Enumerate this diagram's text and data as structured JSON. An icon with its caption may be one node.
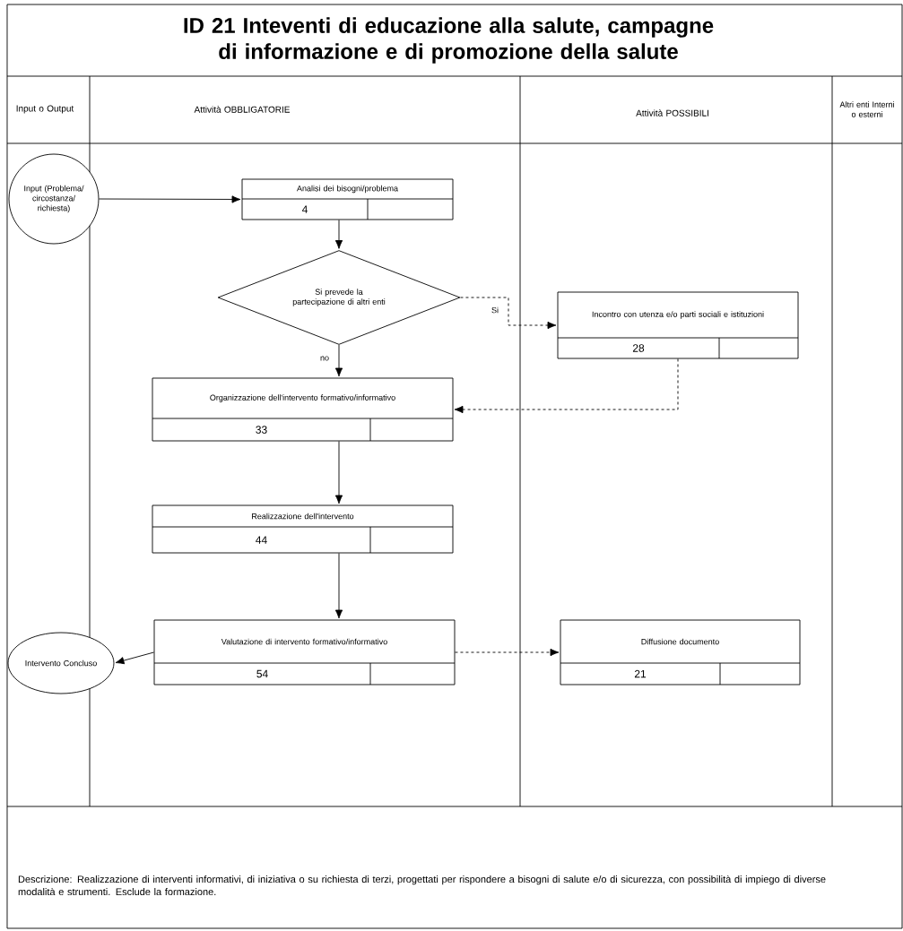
{
  "diagram": {
    "title": "ID 21 Inteventi di educazione alla salute, campagne di informazione e di promozione della salute",
    "nodes": [
      {
        "text": [
          "Input (Problema/ circostanza/ richiesta)"
        ]
      },
      {
        "text": [
          "Analisi dei bisogni/problema",
          "4"
        ]
      },
      {
        "text": [
          "Si prevede la partecipazione di altri enti"
        ]
      },
      {
        "text": [
          "Incontro con utenza e/o parti sociali e istituzioni",
          "28"
        ]
      },
      {
        "text": [
          "Organizzazione dell'intervento formativo/informativo",
          "33"
        ]
      },
      {
        "text": [
          "Realizzazione dell'intervento",
          "44"
        ]
      },
      {
        "text": [
          "Valutazione di intervento formativo/informativo",
          "54"
        ]
      },
      {
        "text": [
          "Diffusione documento",
          "21"
        ]
      },
      {
        "text": [
          "Intervento Concluso"
        ]
      }
    ],
    "edges": [
      {
        "from": 0,
        "to": 1,
        "arrow": "to"
      },
      {
        "from": 1,
        "to": 2,
        "arrow": "to"
      },
      {
        "from": 2,
        "to": 3,
        "arrow": "to",
        "label": "Si",
        "style": "dashed"
      },
      {
        "from": 2,
        "to": 4,
        "arrow": "to",
        "label": "no"
      },
      {
        "from": 3,
        "to": 4,
        "arrow": "to",
        "style": "dashed"
      },
      {
        "from": 4,
        "to": 5,
        "arrow": "to"
      },
      {
        "from": 5,
        "to": 6,
        "arrow": "to"
      },
      {
        "from": 6,
        "to": 8,
        "arrow": "to"
      },
      {
        "from": 6,
        "to": 7,
        "arrow": "to",
        "style": "dashed"
      }
    ],
    "labels": [
      "Input o Output",
      "Attività OBBLIGATORIE",
      "Attività POSSIBILI",
      "Altri enti Interni o esterni",
      "Descrizione: Realizzazione di interventi informativi, di iniziativa o su richiesta di terzi, progettati per rispondere a bisogni di salute e/o di sicurezza, con possibilità di impiego di diverse modalità e strumenti. Esclude la formazione."
    ]
  }
}
